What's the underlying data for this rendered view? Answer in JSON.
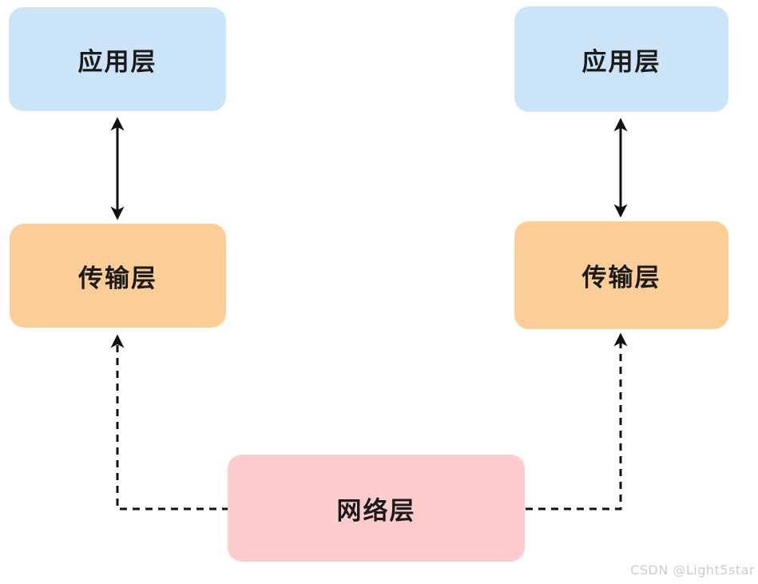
{
  "diagram": {
    "description": "Two protocol stacks (application layer over transport layer) both connected to a shared network layer",
    "nodes": [
      {
        "id": "application-left",
        "label": "应用层",
        "fill": "#cce4f8"
      },
      {
        "id": "transport-left",
        "label": "传输层",
        "fill": "#fccd96"
      },
      {
        "id": "application-right",
        "label": "应用层",
        "fill": "#cce4f8"
      },
      {
        "id": "transport-right",
        "label": "传输层",
        "fill": "#fccd96"
      },
      {
        "id": "network",
        "label": "网络层",
        "fill": "#fecccc"
      }
    ],
    "edges": [
      {
        "from": "application-left",
        "to": "transport-left",
        "style": "solid",
        "arrows": "both"
      },
      {
        "from": "application-right",
        "to": "transport-right",
        "style": "solid",
        "arrows": "both"
      },
      {
        "from": "network",
        "to": "transport-left",
        "style": "dashed",
        "arrows": "end"
      },
      {
        "from": "network",
        "to": "transport-right",
        "style": "dashed",
        "arrows": "end"
      }
    ],
    "colors": {
      "application_layer": "#cce4f8",
      "transport_layer": "#fccd96",
      "network_layer": "#fecccc",
      "edge": "#111111",
      "text": "#1a1a1a",
      "background": "#ffffff"
    }
  },
  "watermark": {
    "text": "CSDN @Light5star",
    "color": "#c9ccd2"
  }
}
